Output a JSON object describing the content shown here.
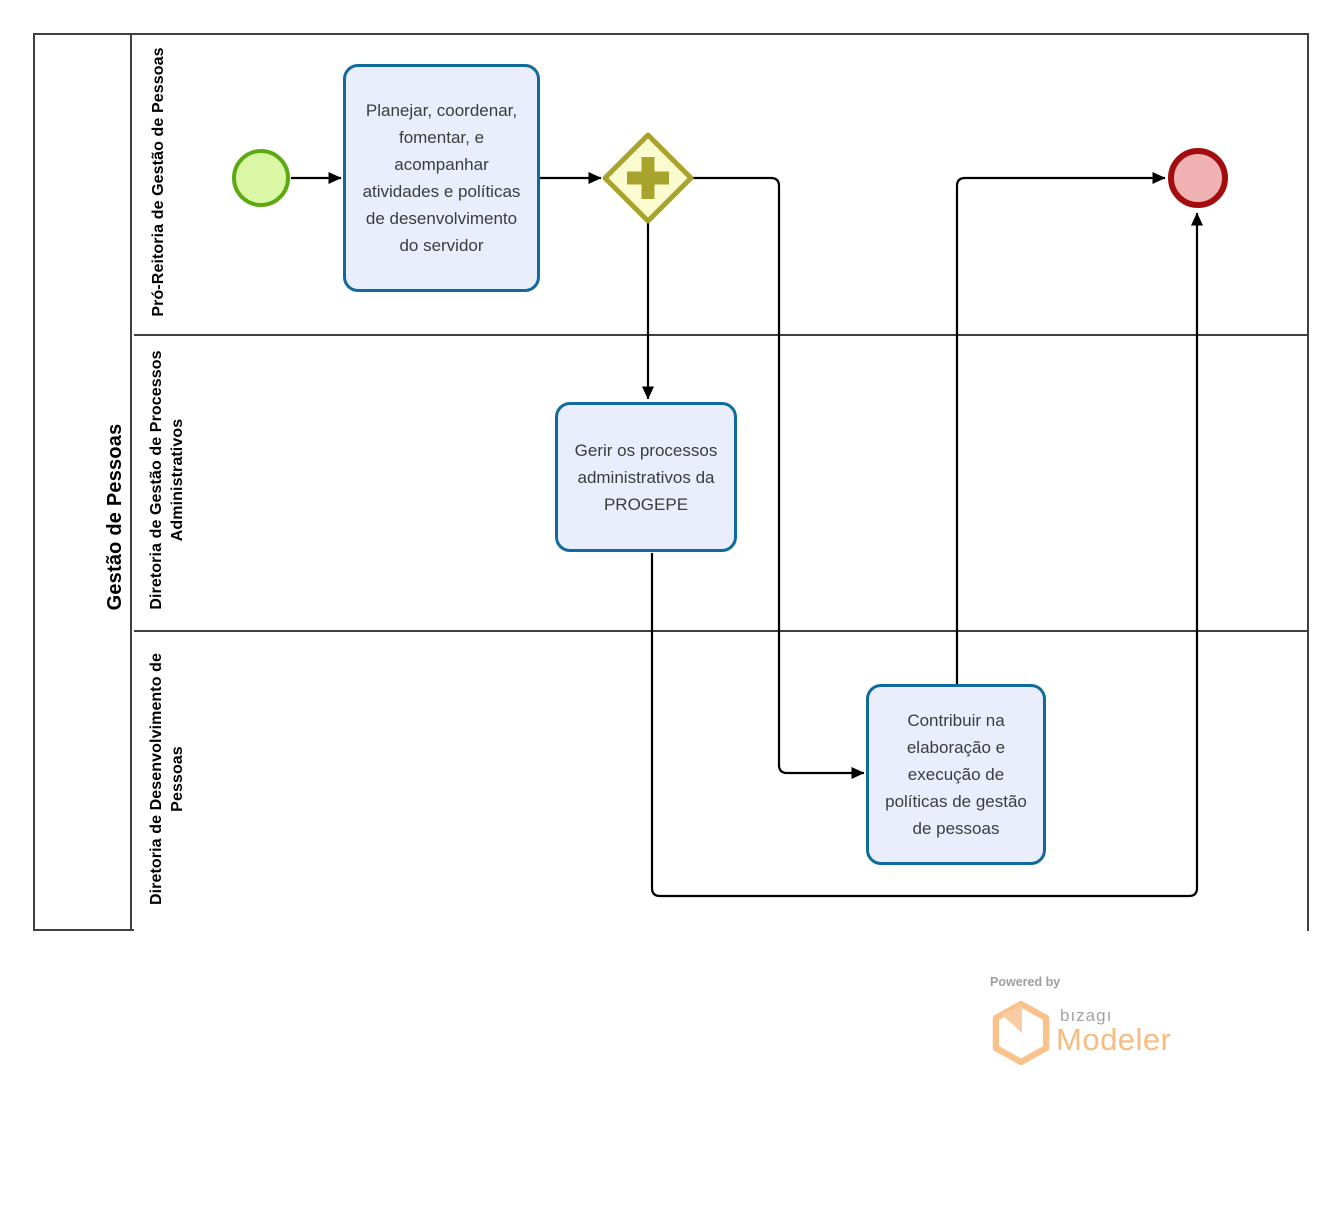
{
  "pool": {
    "label": "Gestão de Pessoas"
  },
  "lanes": [
    {
      "label": "Pró-Reitoria de Gestão de Pessoas"
    },
    {
      "label": "Diretoria de Gestão de Processos Administrativos"
    },
    {
      "label": "Diretoria de Desenvolvimento de Pessoas"
    }
  ],
  "nodes": {
    "start_event": {
      "type": "start-event"
    },
    "task_planejar": {
      "label": "Planejar, coordenar, fomentar, e acompanhar atividades e políticas de desenvolvimento do servidor"
    },
    "parallel_gateway": {
      "type": "parallel-gateway"
    },
    "task_gerir": {
      "label": "Gerir os processos administrativos da PROGEPE"
    },
    "task_contribuir": {
      "label": "Contribuir na elaboração e execução de políticas de gestão de pessoas"
    },
    "end_event": {
      "type": "end-event"
    }
  },
  "colors": {
    "task_fill": "#eaeefc",
    "task_border": "#106a9c",
    "start_fill": "#d9f7a4",
    "start_border": "#5ca912",
    "end_fill": "#f0b2b2",
    "end_border": "#a30d10",
    "gateway_fill": "#fbfbd0",
    "gateway_border": "#a8a32c",
    "flow_line": "#000000",
    "pool_border": "#3f3f3f",
    "brand_orange": "#f8bc80",
    "brand_gray": "#a3a3a3"
  },
  "footer": {
    "powered_by": "Powered by",
    "brand": "bızagı",
    "product": "Modeler"
  }
}
